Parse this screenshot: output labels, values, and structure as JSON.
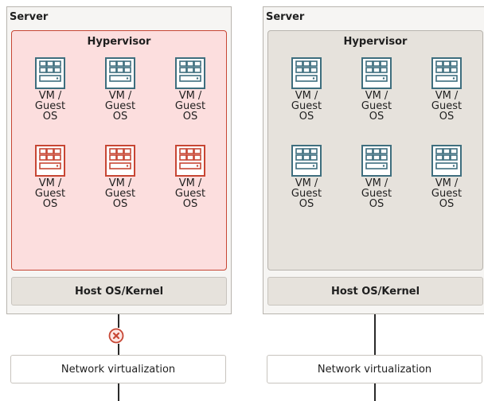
{
  "left": {
    "server_title": "Server",
    "hypervisor_title": "Hypervisor",
    "kernel_label": "Host OS/Kernel",
    "network_label": "Network virtualization",
    "vms": [
      {
        "label": "VM / Guest OS",
        "status": "normal"
      },
      {
        "label": "VM / Guest OS",
        "status": "normal"
      },
      {
        "label": "VM / Guest OS",
        "status": "normal"
      },
      {
        "label": "VM / Guest OS",
        "status": "error"
      },
      {
        "label": "VM / Guest OS",
        "status": "error"
      },
      {
        "label": "VM / Guest OS",
        "status": "error"
      }
    ],
    "connection_status": "broken"
  },
  "right": {
    "server_title": "Server",
    "hypervisor_title": "Hypervisor",
    "kernel_label": "Host OS/Kernel",
    "network_label": "Network virtualization",
    "vms": [
      {
        "label": "VM / Guest OS",
        "status": "normal"
      },
      {
        "label": "VM / Guest OS",
        "status": "normal"
      },
      {
        "label": "VM / Guest OS",
        "status": "normal"
      },
      {
        "label": "VM / Guest OS",
        "status": "normal"
      },
      {
        "label": "VM / Guest OS",
        "status": "normal"
      },
      {
        "label": "VM / Guest OS",
        "status": "normal"
      }
    ],
    "connection_status": "ok"
  },
  "colors": {
    "vm_normal": "#3e6e7e",
    "vm_error": "#c74634",
    "fault_background": "#fcdede",
    "error_badge": "#c74634"
  },
  "icons": {
    "vm": "server-rack-icon",
    "error": "x-circle-icon"
  }
}
